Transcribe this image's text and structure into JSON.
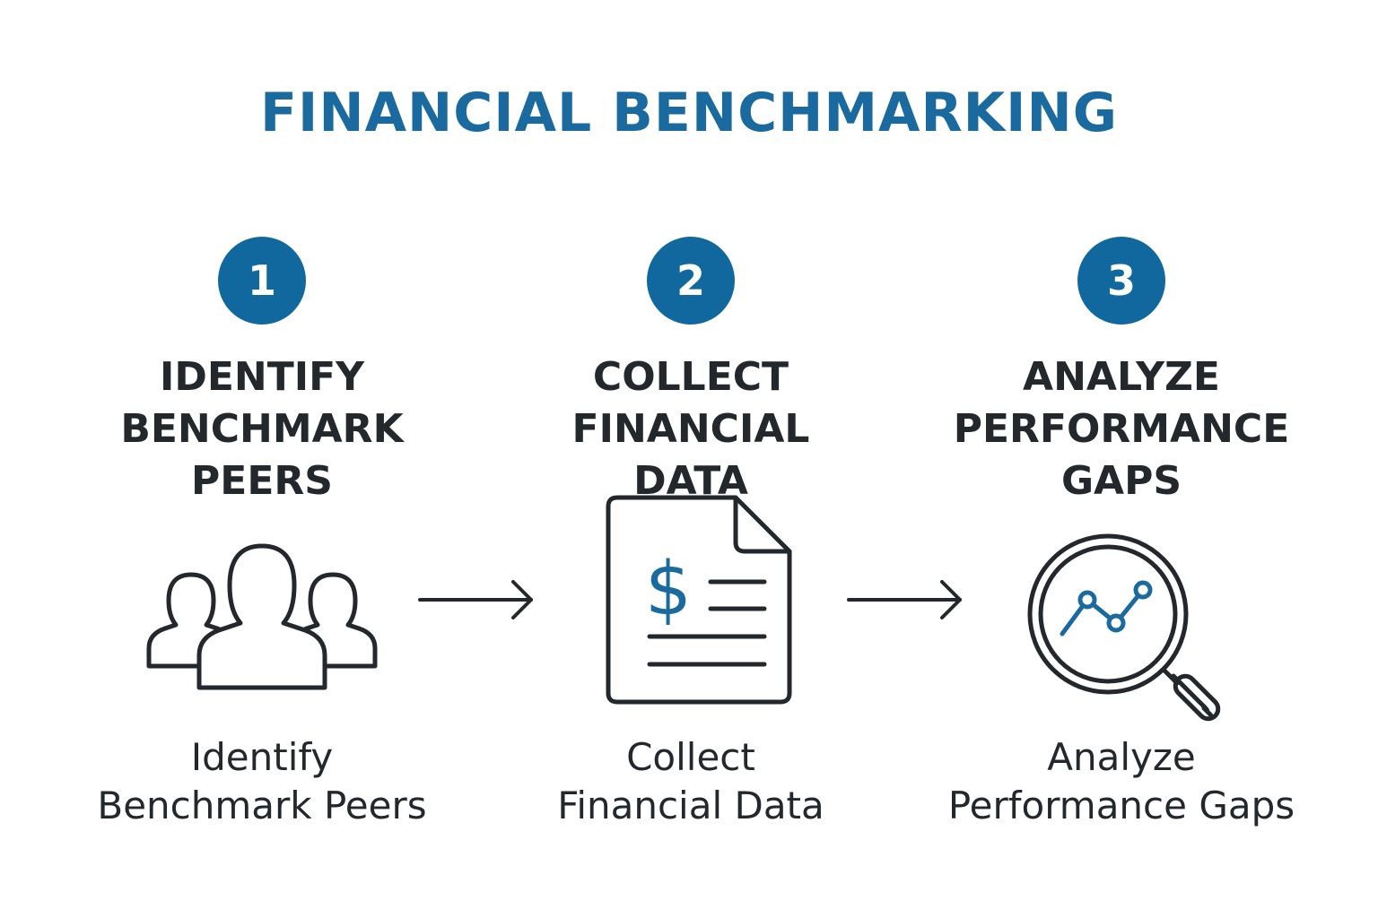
{
  "title": "FINANCIAL BENCHMARKING",
  "colors": {
    "accent": "#1a6aa0",
    "circle": "#11689e",
    "text": "#23282d"
  },
  "steps": [
    {
      "number": "1",
      "heading_lines": [
        "IDENTIFY",
        "BENCHMARK",
        "PEERS"
      ],
      "icon": "people-group-icon",
      "caption_lines": [
        "Identify",
        "Benchmark Peers"
      ]
    },
    {
      "number": "2",
      "heading_lines": [
        "COLLECT",
        "FINANCIAL DATA"
      ],
      "icon": "financial-document-icon",
      "icon_symbol": "$",
      "caption_lines": [
        "Collect",
        "Financial Data"
      ]
    },
    {
      "number": "3",
      "heading_lines": [
        "ANALYZE",
        "PERFORMANCE",
        "GAPS"
      ],
      "icon": "magnifier-chart-icon",
      "caption_lines": [
        "Analyze",
        "Performance Gaps"
      ]
    }
  ],
  "connectors": [
    "right-arrow-icon",
    "right-arrow-icon"
  ]
}
